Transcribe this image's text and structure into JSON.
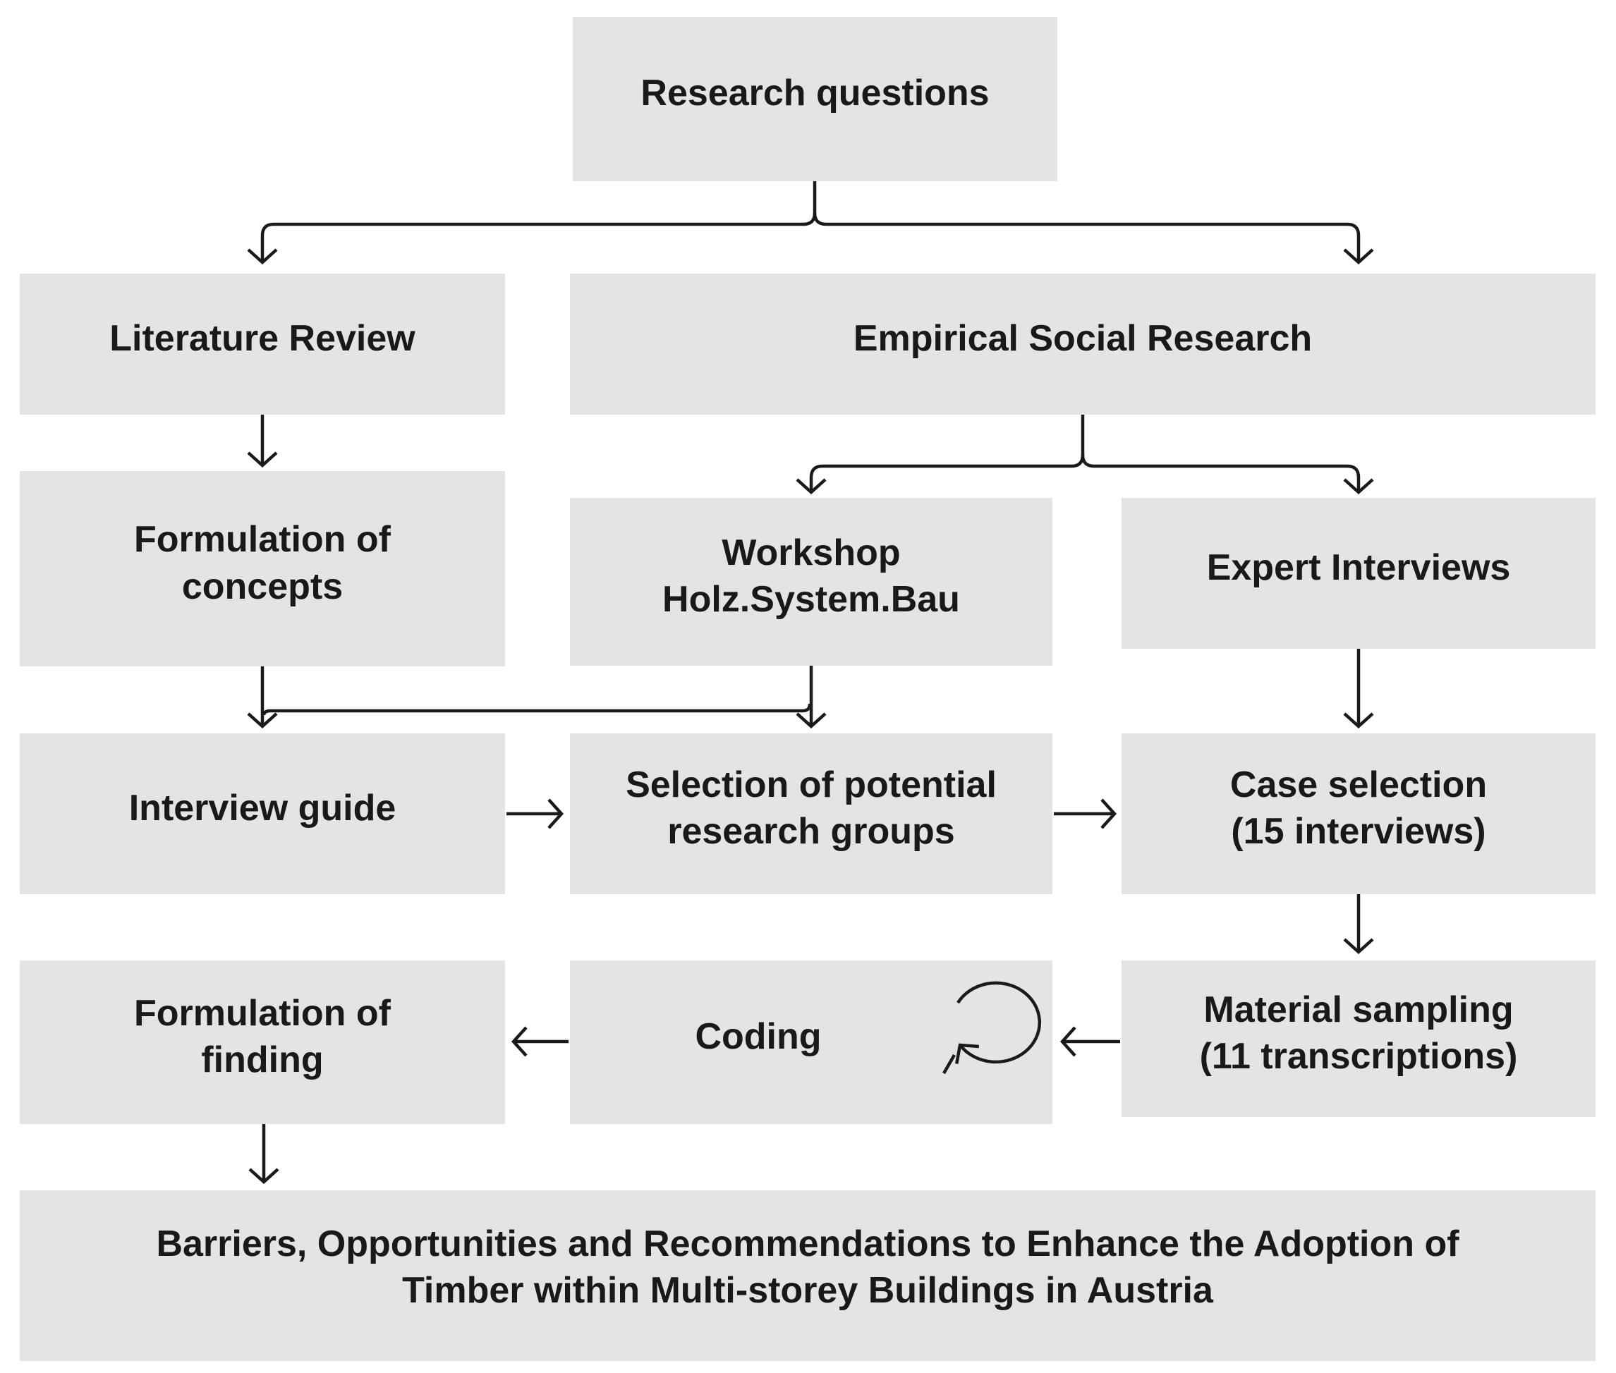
{
  "diagram": {
    "background_color": "#ffffff",
    "node_fill_color": "#e4e4e4",
    "text_color": "#191919",
    "line_color": "#1a1a1a",
    "nodes": {
      "research_questions": {
        "label": "Research questions"
      },
      "literature_review": {
        "label": "Literature Review"
      },
      "empirical_social_research": {
        "label": "Empirical Social Research"
      },
      "formulation_of_concepts": {
        "label": "Formulation of\nconcepts"
      },
      "workshop_holz_system_bau": {
        "label": "Workshop\nHolz.System.Bau"
      },
      "expert_interviews": {
        "label": "Expert Interviews"
      },
      "interview_guide": {
        "label": "Interview guide"
      },
      "selection_of_potential_research_groups": {
        "label": "Selection of potential\nresearch groups"
      },
      "case_selection": {
        "label": "Case selection\n(15 interviews)"
      },
      "formulation_of_finding": {
        "label": "Formulation of\nfinding"
      },
      "coding": {
        "label": "Coding"
      },
      "material_sampling": {
        "label": "Material sampling\n(11 transcriptions)"
      },
      "outcome": {
        "label": "Barriers, Opportunities and Recommendations to Enhance the Adoption of\nTimber within Multi-storey Buildings in Austria"
      }
    }
  }
}
